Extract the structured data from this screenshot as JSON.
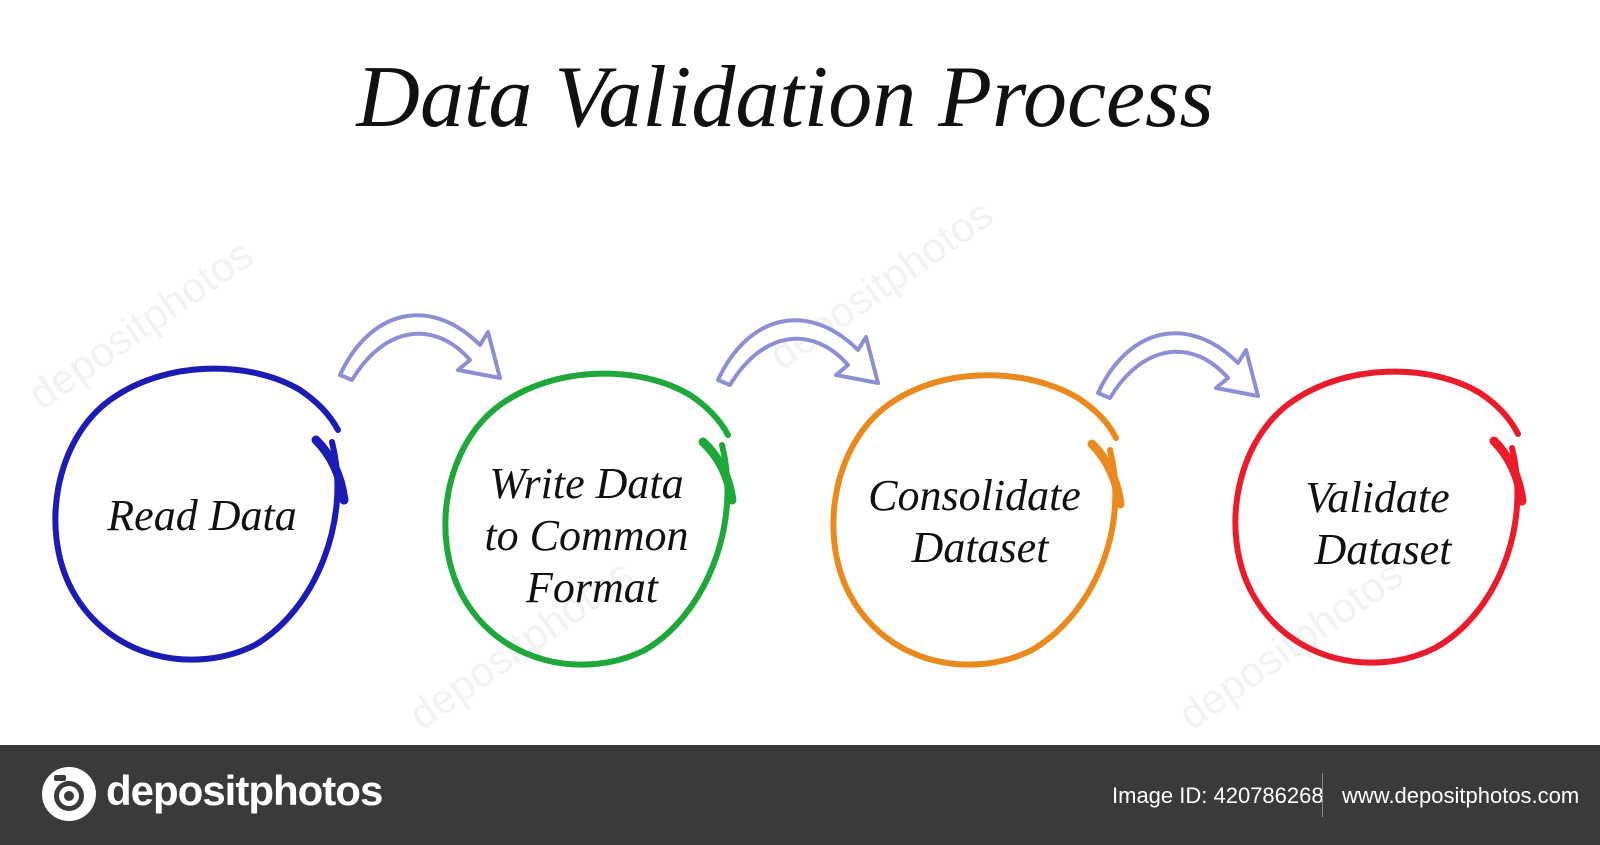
{
  "title": "Data Validation Process",
  "steps": [
    {
      "label_lines": [
        "Read Data"
      ],
      "color": "#1b1bb5"
    },
    {
      "label_lines": [
        "Write Data",
        "to Common",
        "Format"
      ],
      "color": "#1fa83a"
    },
    {
      "label_lines": [
        "Consolidate",
        "Dataset"
      ],
      "color": "#ea8a1e"
    },
    {
      "label_lines": [
        "Validate",
        "Dataset"
      ],
      "color": "#ea1c2c"
    }
  ],
  "arrow_color": "#8c8fd4",
  "watermark": "depositphotos",
  "footer": {
    "brand": "depositphotos",
    "image_id": "Image ID: 420786268",
    "site": "www.depositphotos.com"
  }
}
